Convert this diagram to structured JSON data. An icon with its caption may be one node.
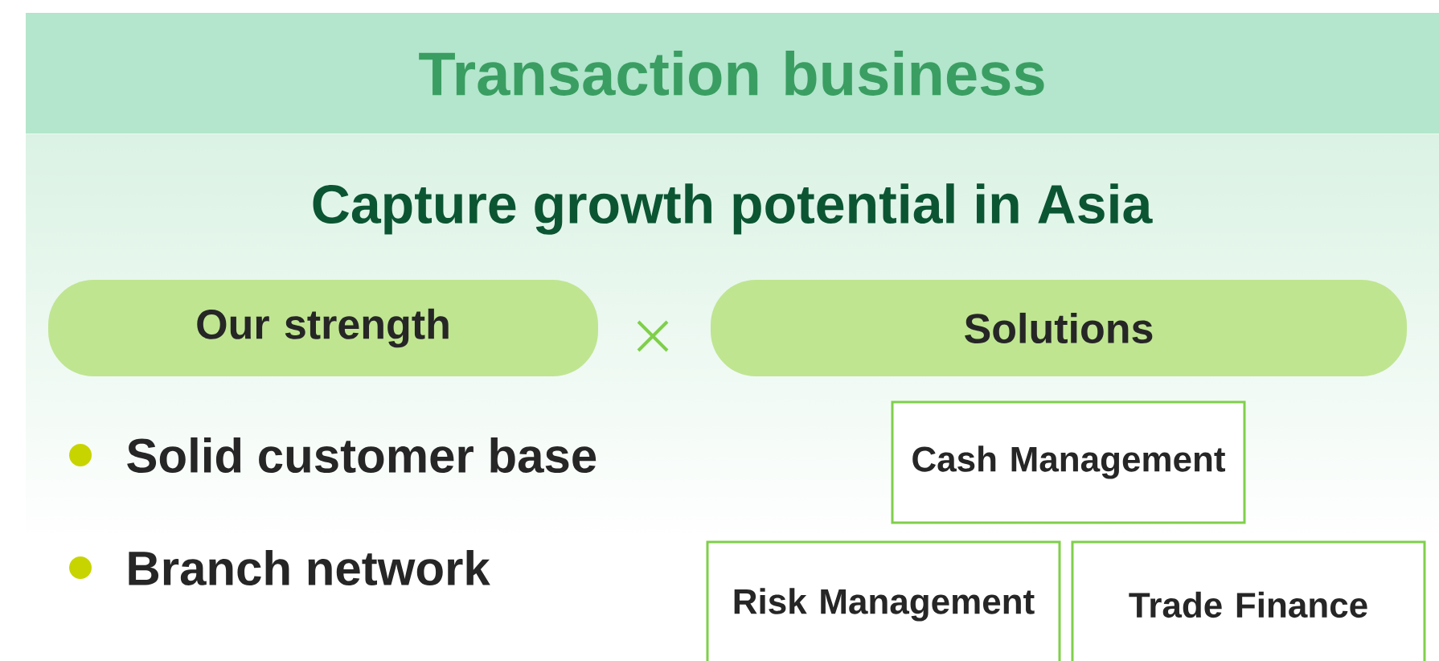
{
  "diagram": {
    "title": "Capture growth potential in Asia",
    "nodes": [
      {
        "text": [
          "Transaction business"
        ]
      },
      {
        "text": [
          "Our strength"
        ]
      },
      {
        "text": [
          "Solutions"
        ]
      },
      {
        "text": [
          "Cash Management"
        ]
      },
      {
        "text": [
          "Risk Management"
        ]
      },
      {
        "text": [
          "Trade Finance"
        ]
      }
    ],
    "labels": [
      "Solid customer base",
      "Branch network"
    ]
  }
}
